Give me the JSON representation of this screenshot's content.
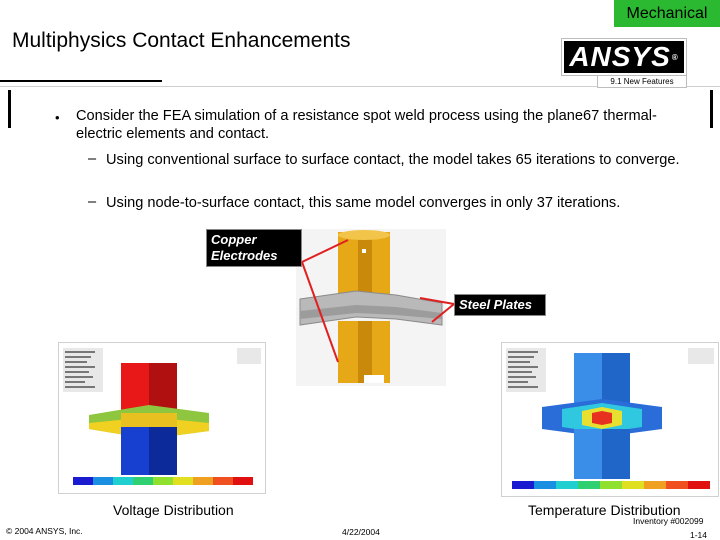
{
  "header": {
    "tag": "Mechanical",
    "title": "Multiphysics Contact Enhancements",
    "logo_text": "ANSYS",
    "logo_reg": "®",
    "version": "9.1 New Features"
  },
  "content": {
    "bullet_symbol": "•",
    "dash_symbol": "–",
    "point": "Consider the FEA simulation of a resistance spot weld process using the plane67 thermal-electric elements and contact.",
    "sub1": "Using conventional surface to surface contact, the model takes 65 iterations to converge.",
    "sub2": "Using node-to-surface contact, this same model converges in only 37 iterations."
  },
  "figure": {
    "callout_copper": "Copper Electrodes",
    "callout_steel": "Steel Plates",
    "colors": {
      "copper": "#e6a817",
      "steel": "#b9b9b9",
      "callout_bg": "#000000",
      "arrow": "#e02020"
    }
  },
  "results": {
    "left_caption": "Voltage Distribution",
    "right_caption": "Temperature Distribution"
  },
  "footer": {
    "copyright": "© 2004 ANSYS, Inc.",
    "date": "4/22/2004",
    "inventory": "Inventory #002099",
    "page": "1-14"
  },
  "accent": {
    "mechanical_tag": "#2ab930"
  }
}
